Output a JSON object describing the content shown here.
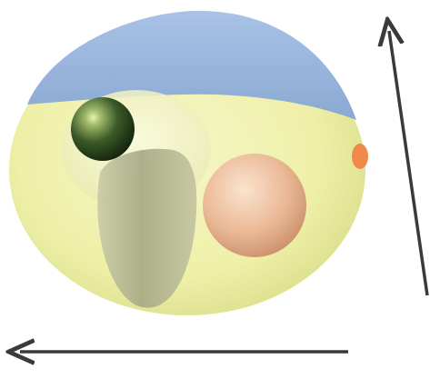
{
  "figure": {
    "parts": [
      {
        "name": "outer-sphere",
        "color": "#eef0a8"
      },
      {
        "name": "blue-cap",
        "color": "#9bb6dd"
      },
      {
        "name": "dark-green-sphere",
        "color": "#2f4a22"
      },
      {
        "name": "peach-sphere",
        "color": "#e9b898"
      },
      {
        "name": "gray-ellipsoid",
        "color": "#b3b596"
      },
      {
        "name": "orange-nub",
        "color": "#f08a4a"
      }
    ],
    "arrows": [
      {
        "name": "vertical-arrow",
        "direction": "up"
      },
      {
        "name": "horizontal-arrow",
        "direction": "left"
      }
    ],
    "arrow_color": "#3a3a3a"
  }
}
